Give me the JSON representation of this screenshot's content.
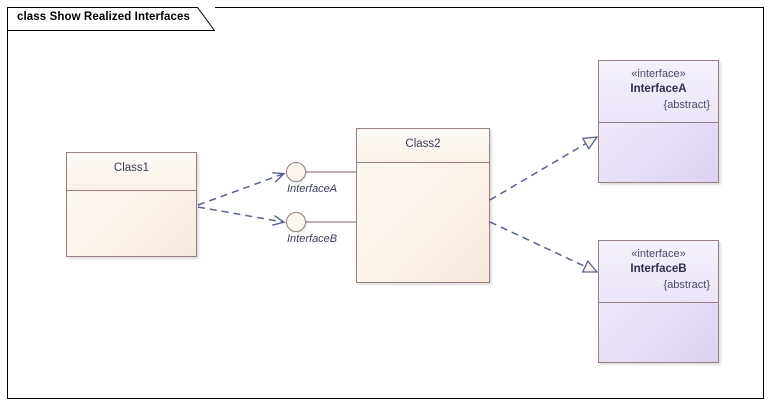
{
  "diagram": {
    "frame_title": "class Show Realized Interfaces",
    "kind": "uml-class-diagram",
    "colors": {
      "frame_border": "#000000",
      "class_border": "#9a7f82",
      "class_fill": "#fbf3ea",
      "interface_border": "#9a7f82",
      "interface_fill": "#e8e1f6",
      "connector": "#5a638c",
      "text": "#3a3c5c",
      "background": "#ffffff"
    }
  },
  "nodes": [
    {
      "id": "class1",
      "type": "class",
      "name": "Class1",
      "compartments": 2
    },
    {
      "id": "class2",
      "type": "class",
      "name": "Class2",
      "compartments": 2
    },
    {
      "id": "interfaceA",
      "type": "interface",
      "stereotype": "«interface»",
      "name": "InterfaceA",
      "modifier": "{abstract}",
      "compartments": 2
    },
    {
      "id": "interfaceB",
      "type": "interface",
      "stereotype": "«interface»",
      "name": "InterfaceB",
      "modifier": "{abstract}",
      "compartments": 2
    }
  ],
  "lollipops": [
    {
      "id": "ball-a",
      "label": "InterfaceA"
    },
    {
      "id": "ball-b",
      "label": "InterfaceB"
    }
  ],
  "connectors": [
    {
      "id": "dep-1",
      "type": "usage-dependency",
      "from": "Class1",
      "to": "InterfaceA",
      "style": "dashed",
      "arrowhead": "open"
    },
    {
      "id": "dep-2",
      "type": "usage-dependency",
      "from": "Class1",
      "to": "InterfaceB",
      "style": "dashed",
      "arrowhead": "open"
    },
    {
      "id": "real-1",
      "type": "realization",
      "from": "Class2",
      "to": "InterfaceA",
      "style": "dashed",
      "arrowhead": "hollow-triangle"
    },
    {
      "id": "real-2",
      "type": "realization",
      "from": "Class2",
      "to": "InterfaceB",
      "style": "dashed",
      "arrowhead": "hollow-triangle"
    }
  ]
}
